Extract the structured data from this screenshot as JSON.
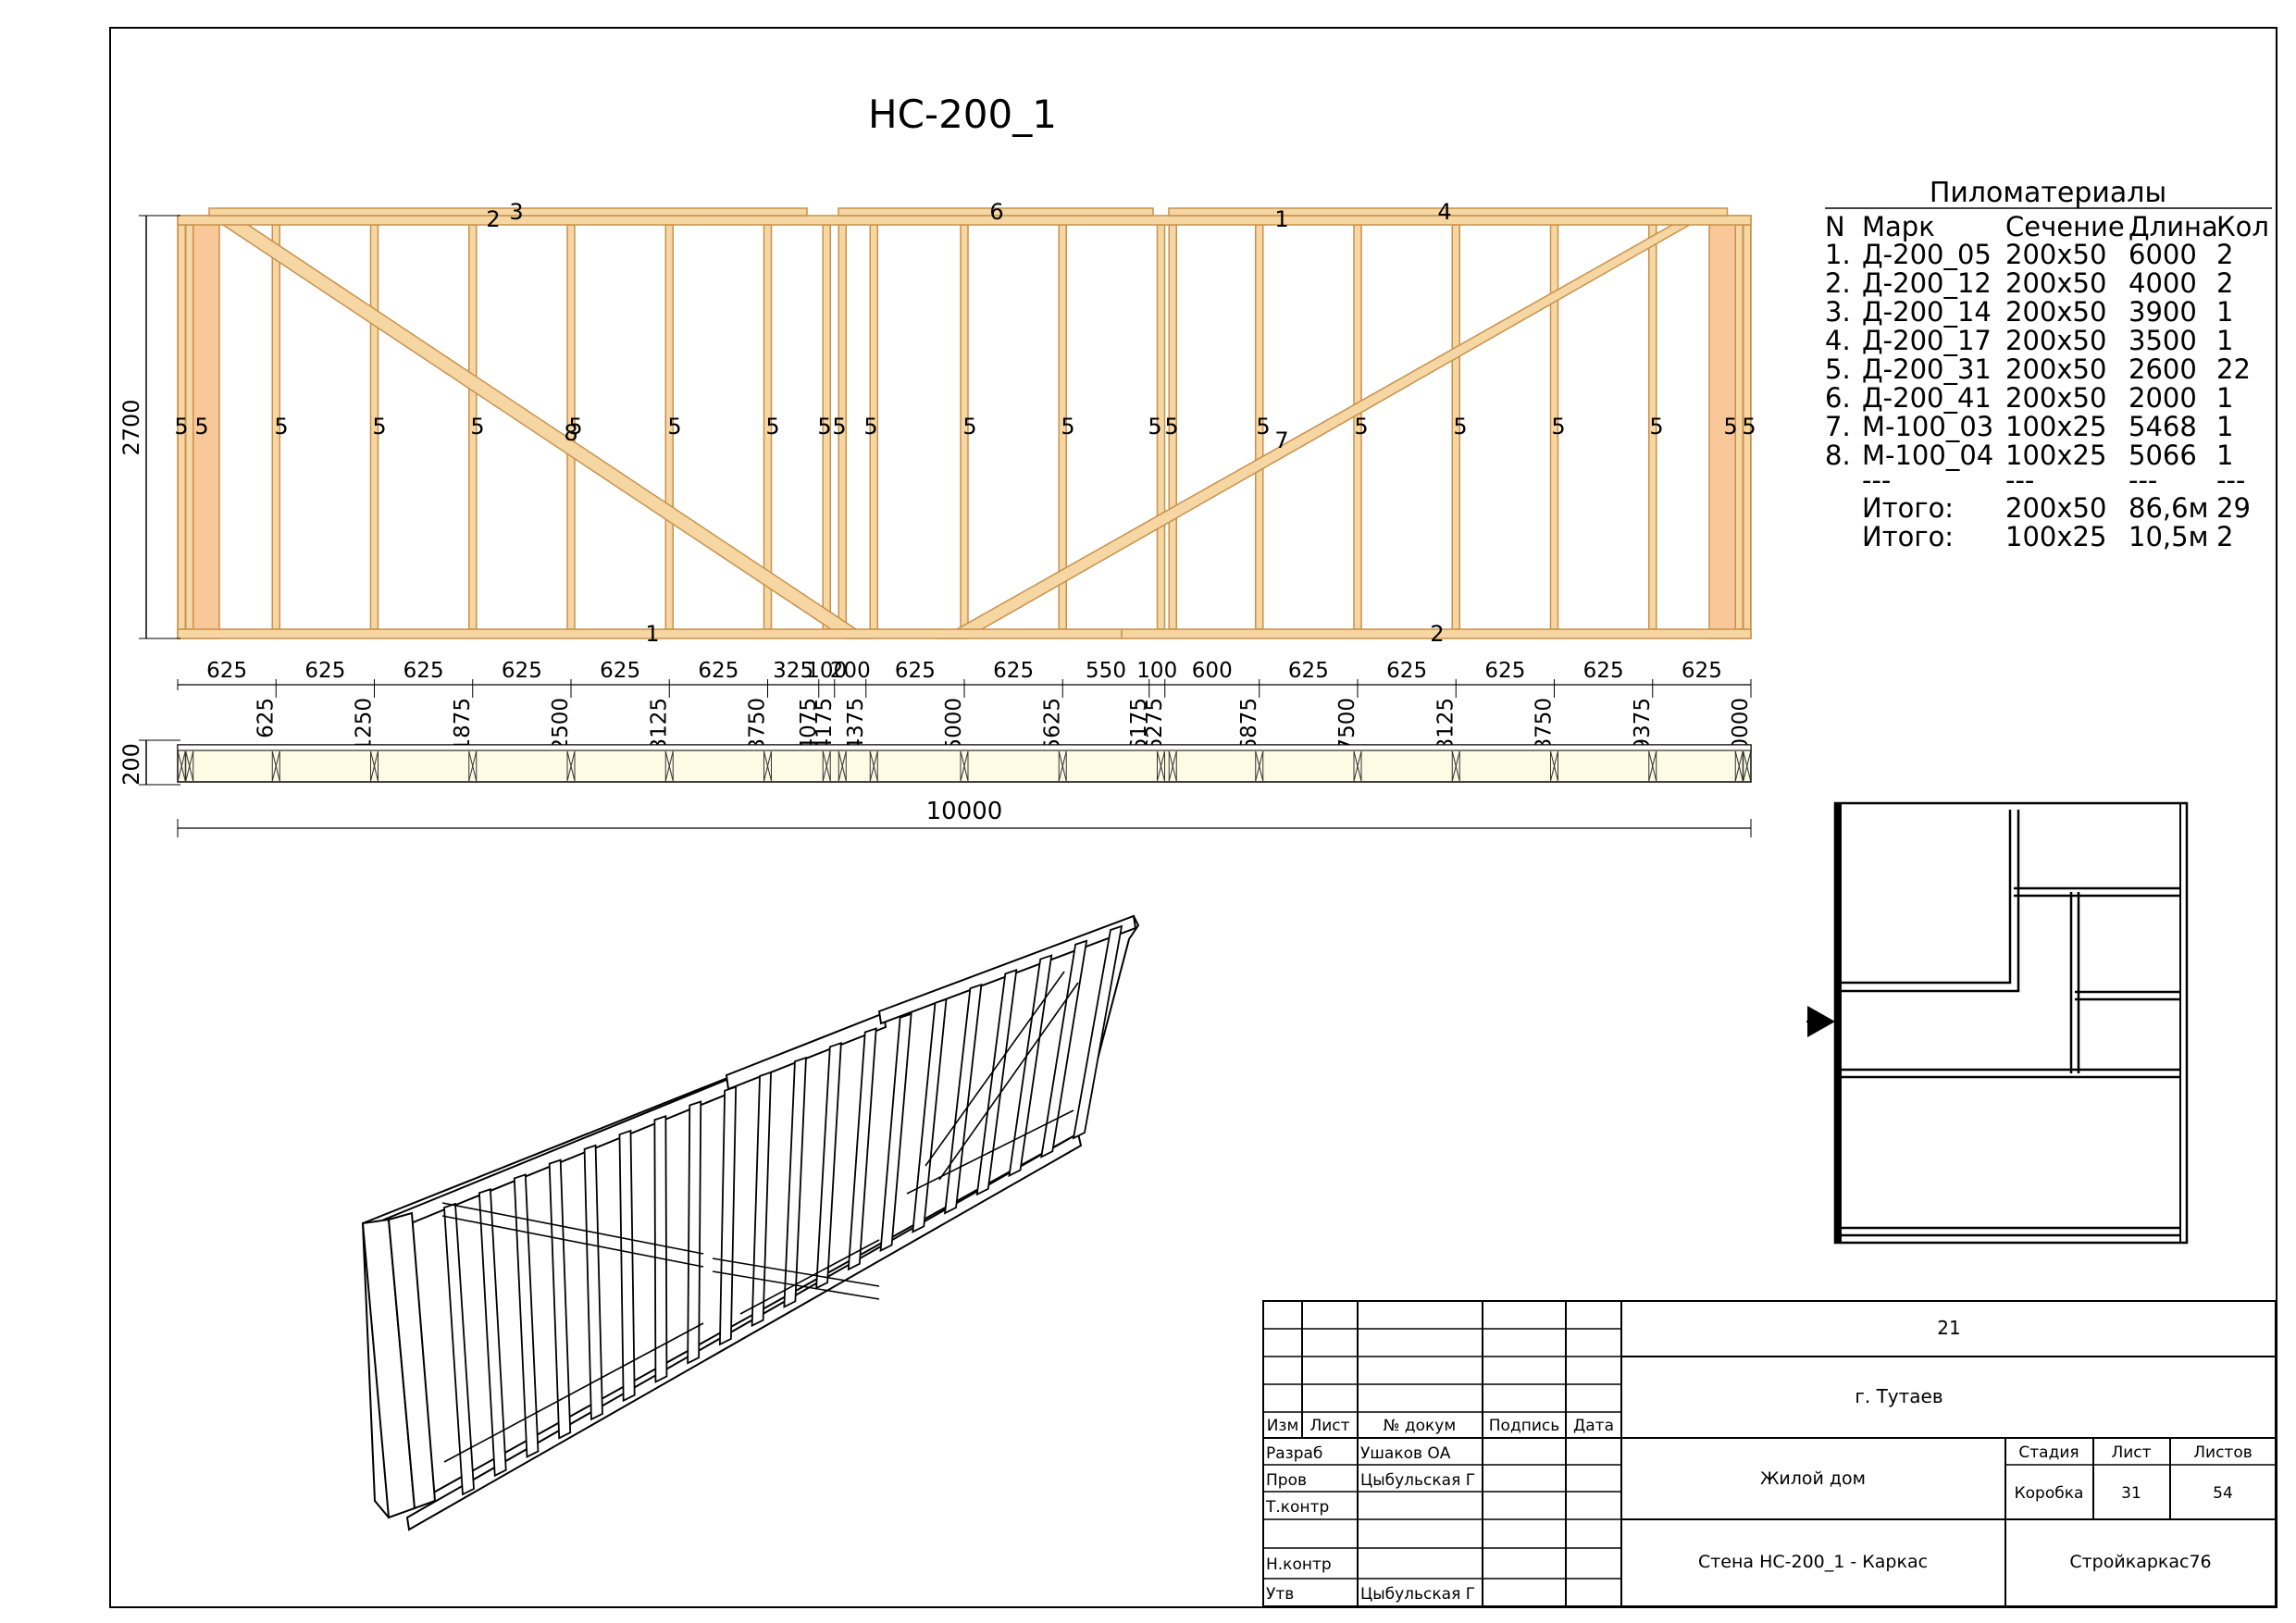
{
  "title": "НС-200_1",
  "colors": {
    "wood": "#f6d6a3",
    "wood_stroke": "#c8914a",
    "wood_dark": "#fac898",
    "plan_fill": "#fdfbe4",
    "line": "#000000"
  },
  "dims": {
    "height": "2700",
    "depth": "200",
    "overall": "10000",
    "segments": [
      "625",
      "625",
      "625",
      "625",
      "625",
      "625",
      "325",
      "100",
      "200",
      "625",
      "625",
      "550",
      "100",
      "600",
      "625",
      "625",
      "625",
      "625",
      "625"
    ],
    "cumulative": [
      "625",
      "1250",
      "1875",
      "2500",
      "3125",
      "3750",
      "4075",
      "4175",
      "4375",
      "5000",
      "5625",
      "6175",
      "6275",
      "6875",
      "7500",
      "8125",
      "8750",
      "9375",
      "10000"
    ]
  },
  "frame": {
    "marks": {
      "top_plates": [
        "2",
        "3",
        "6",
        "1",
        "4"
      ],
      "bottom_plates": [
        "1",
        "2"
      ],
      "braces": [
        "8",
        "7"
      ],
      "stud": "5"
    },
    "studs_mm": [
      25,
      75,
      625,
      1250,
      1875,
      2500,
      3125,
      3750,
      4125,
      4225,
      4425,
      5000,
      5625,
      6250,
      6325,
      6875,
      7500,
      8125,
      8750,
      9375,
      9925,
      9975
    ]
  },
  "table": {
    "title": "Пиломатериалы",
    "headers": [
      "N",
      "Марк",
      "Сечение",
      "Длина",
      "Кол"
    ],
    "rows": [
      [
        "1.",
        "Д-200_05",
        "200x50",
        "6000",
        "2"
      ],
      [
        "2.",
        "Д-200_12",
        "200x50",
        "4000",
        "2"
      ],
      [
        "3.",
        "Д-200_14",
        "200x50",
        "3900",
        "1"
      ],
      [
        "4.",
        "Д-200_17",
        "200x50",
        "3500",
        "1"
      ],
      [
        "5.",
        "Д-200_31",
        "200x50",
        "2600",
        "22"
      ],
      [
        "6.",
        "Д-200_41",
        "200x50",
        "2000",
        "1"
      ],
      [
        "7.",
        "М-100_03",
        "100x25",
        "5468",
        "1"
      ],
      [
        "8.",
        "М-100_04",
        "100x25",
        "5066",
        "1"
      ]
    ],
    "separator": [
      "---",
      "---",
      "---",
      "---"
    ],
    "totals": [
      [
        "Итого:",
        "200x50",
        "86,6м",
        "29"
      ],
      [
        "Итого:",
        "100x25",
        "10,5м",
        "2"
      ]
    ]
  },
  "stamp": {
    "code": "21",
    "city": "г. Тутаев",
    "object": "Жилой дом",
    "sheet_title": "Стена НС-200_1 - Каркас",
    "company": "Стройкаркас76",
    "col_headers": [
      "Изм",
      "Лист",
      "№ докум",
      "Подпись",
      "Дата"
    ],
    "roles": [
      {
        "role": "Разраб",
        "name": "Ушаков ОА"
      },
      {
        "role": "Пров",
        "name": "Цыбульская Г"
      },
      {
        "role": "Т.контр",
        "name": ""
      },
      {
        "role": "",
        "name": ""
      },
      {
        "role": "Н.контр",
        "name": ""
      },
      {
        "role": "Утв",
        "name": "Цыбульская Г"
      }
    ],
    "stage_label": "Стадия",
    "sheet_label": "Лист",
    "sheets_label": "Листов",
    "stage": "Коробка",
    "sheet": "31",
    "sheets": "54"
  }
}
